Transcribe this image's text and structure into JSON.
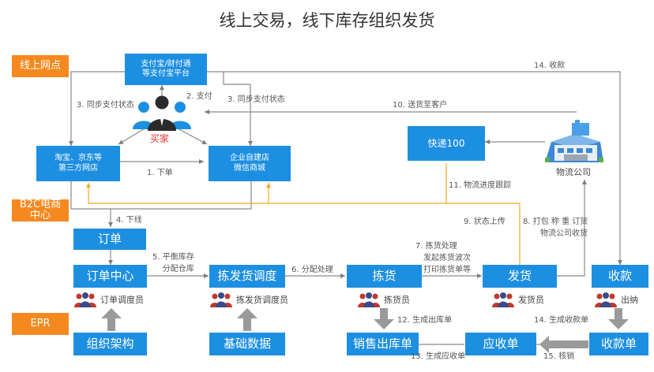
{
  "title": "线上交易，线下库存组织发货",
  "swimlanes": {
    "online": "线上网点",
    "b2c_line1": "B2C电商",
    "b2c_line2": "中心",
    "epr": "EPR"
  },
  "nodes": {
    "alipay": [
      "支付宝/财付通",
      "等支付宝平台"
    ],
    "third_party": [
      "淘宝、京东等",
      "第三方网店"
    ],
    "own_store": [
      "企业自建店",
      "微信商城"
    ],
    "kuaidi": "快递100",
    "order": "订单",
    "order_center": "订单中心",
    "pick_dispatch": "拣发货调度",
    "picking": "拣货",
    "shipping": "发货",
    "collect_pay": "收款",
    "org": "组织架构",
    "base_data": "基础数据",
    "sales_outbound": "销售出库单",
    "receivable": "应收单",
    "receipt": "收款单"
  },
  "actors": {
    "buyer": "买家",
    "logistics": "物流公司",
    "order_dispatcher": "订单调度员",
    "pick_dispatcher": "拣发货调度员",
    "picker": "拣货员",
    "shipper": "发货员",
    "cashier": "出纳"
  },
  "steps": {
    "s1": "1. 下单",
    "s2": "2. 支付",
    "s3a": "3. 同步支付状态",
    "s3b": "3. 同步支付状态",
    "s4": "4. 下线",
    "s5_line1": "5. 平衡库存",
    "s5_line2": "分配仓库",
    "s6": "6. 分配处理",
    "s7_line1": "7. 拣货处理",
    "s7_line2": "发起拣货波次",
    "s7_line3": "打印拣货单等",
    "s8_line1": "8. 打包  称  重  订货",
    "s8_line2": "物流公司收货",
    "s9": "9. 状态上传",
    "s10": "10. 送货至客户",
    "s11": "11. 物流进度跟踪",
    "s12": "12. 生成出库单",
    "s13": "13. 生成应收单",
    "s14a": "14. 收款",
    "s14b": "14. 生成收款单",
    "s15": "15. 核销"
  },
  "colors": {
    "box_blue": "#1d8fe1",
    "tag_orange": "#f5891f",
    "buyer_red": "#e8312f",
    "line_gray": "#8a8a8a",
    "line_orange": "#f5a623"
  },
  "icons": {
    "buyer": "people-group-icon",
    "logistics": "building-icon",
    "role": "staff-group-icon"
  }
}
